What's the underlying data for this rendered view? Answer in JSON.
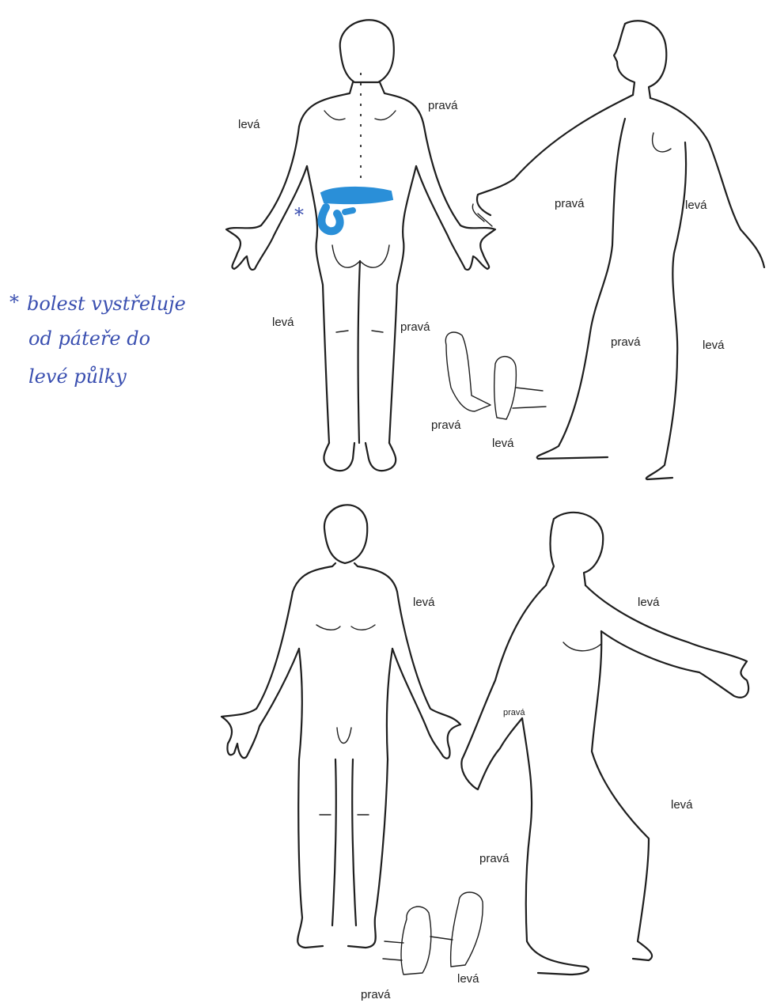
{
  "labels": {
    "left": "levá",
    "right": "pravá"
  },
  "note": {
    "marker": "*",
    "line1": "bolest vystřeluje",
    "line2": "od páteře do",
    "line3": "levé půlky"
  },
  "colors": {
    "pain_marking": "#2a8fd8",
    "handwriting": "#3a4fb0",
    "outline": "#1e1e1e"
  }
}
